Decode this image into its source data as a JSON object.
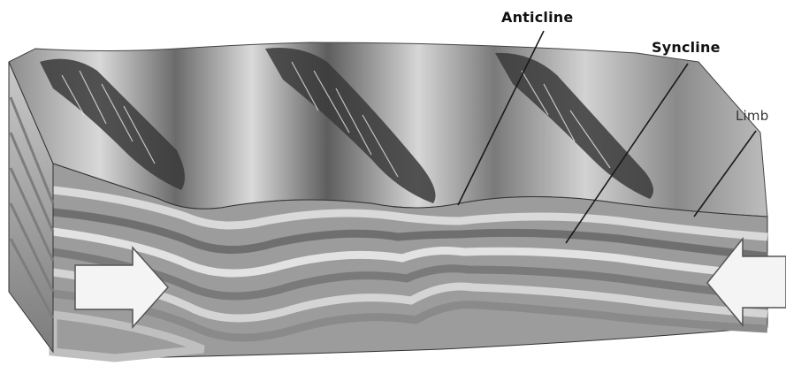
{
  "labels": {
    "anticline": "Anticline",
    "syncline": "Syncline",
    "limb": "Limb"
  },
  "colors": {
    "surface_light": "#cfcfcf",
    "surface_dark": "#5a5a5a",
    "strata_light": "#dcdcdc",
    "strata_mid": "#9a9a9a",
    "strata_dark": "#6e6e6e",
    "arrow_fill": "#f4f4f4",
    "leader_line": "#1a1a1a"
  },
  "icons": {
    "left_arrow": "compression-arrow-right-icon",
    "right_arrow": "compression-arrow-left-icon"
  }
}
